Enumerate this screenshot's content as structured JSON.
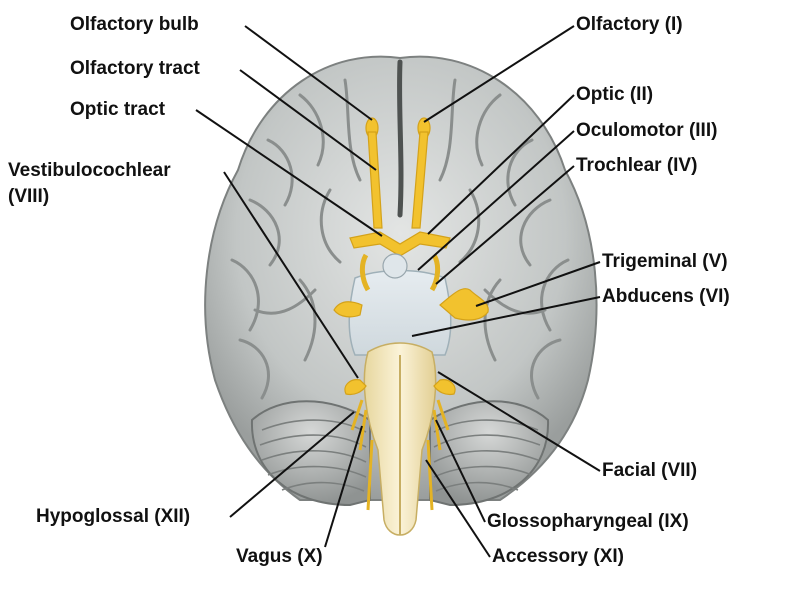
{
  "labels": {
    "olfactory_bulb": "Olfactory bulb",
    "olfactory_tract": "Olfactory tract",
    "optic_tract": "Optic tract",
    "vestibulocochlear_1": "Vestibulocochlear",
    "vestibulocochlear_2": "(VIII)",
    "hypoglossal": "Hypoglossal (XII)",
    "vagus": "Vagus (X)",
    "olfactory": "Olfactory (I)",
    "optic": "Optic (II)",
    "oculomotor": "Oculomotor (III)",
    "trochlear": "Trochlear (IV)",
    "trigeminal": "Trigeminal (V)",
    "abducens": "Abducens (VI)",
    "facial": "Facial (VII)",
    "glossopharyngeal": "Glossopharyngeal (IX)",
    "accessory": "Accessory (XI)"
  },
  "colors": {
    "brain": "#c9cccb",
    "brain_shadow": "#8e9291",
    "nerve": "#f2c22e",
    "brainstem": "#f6ebc6",
    "leader_line": "#111111"
  }
}
